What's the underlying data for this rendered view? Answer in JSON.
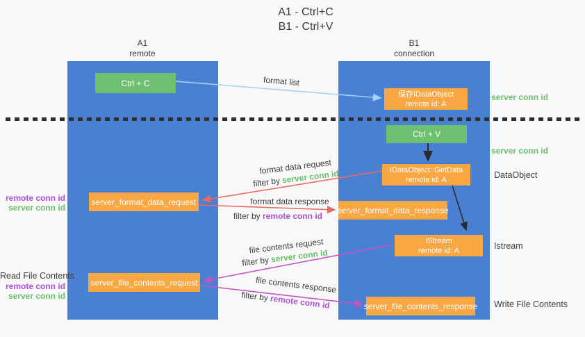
{
  "title": {
    "line1": "A1 - Ctrl+C",
    "line2": "B1 - Ctrl+V"
  },
  "lanes": {
    "left": {
      "name": "A1",
      "subtitle": "remote"
    },
    "right": {
      "name": "B1",
      "subtitle": "connection"
    }
  },
  "nodes": {
    "ctrl_c": {
      "label": "Ctrl + C"
    },
    "ctrl_v": {
      "label": "Ctrl + V"
    },
    "save_idataobject": {
      "line1": "保存IDataObject",
      "line2": "remote id: A"
    },
    "idataobject_getdata": {
      "line1": "IDataObject::GetData",
      "line2": "remote id: A"
    },
    "istream": {
      "line1": "IStream",
      "line2": "remote id: A"
    },
    "server_format_data_request": {
      "label": "server_format_data_request"
    },
    "server_format_data_response": {
      "label": "server_format_data_response"
    },
    "server_file_contents_request": {
      "label": "server_file_contents_request"
    },
    "server_file_contents_response": {
      "label": "server_file_contents_response"
    }
  },
  "edge_labels": {
    "format_list": "format list",
    "format_data_request": "format data request",
    "format_data_response": "format data response",
    "file_contents_request": "file contents request",
    "file_contents_response": "file contents response",
    "filter_by": "filter by ",
    "server_conn_id": "server conn id",
    "remote_conn_id": "remote conn id"
  },
  "annotations": {
    "right_server_conn_id_top": "server conn id",
    "right_server_conn_id_mid": "server conn id",
    "dataobject": "DataObject",
    "istream": "Istream",
    "write_file_contents": "Write File Contents",
    "read_file_contents": "Read File Contents",
    "left_remote_conn_id_top": "remote conn id",
    "left_server_conn_id_top": "server conn id",
    "left_remote_conn_id_bottom": "remote conn id",
    "left_server_conn_id_bottom": "server conn id"
  },
  "colors": {
    "lane_blue": "#4a80d2",
    "node_green": "#6fbf70",
    "node_orange": "#f9a743",
    "arrow_blue": "#a7d1f0",
    "arrow_red": "#e96a5e",
    "arrow_magenta": "#c553c5",
    "arrow_black": "#2b2b2b",
    "text_green": "#6abf6b",
    "text_purple": "#ae4fd6",
    "text_dark": "#3d3d3d",
    "background": "#f8f8f8"
  }
}
